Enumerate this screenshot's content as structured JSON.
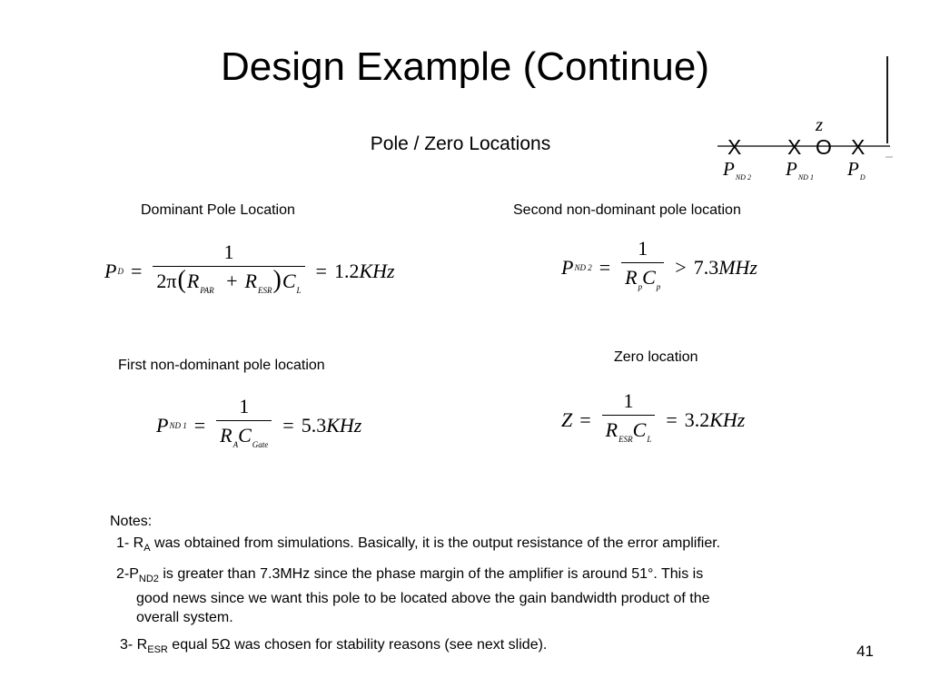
{
  "title": "Design Example (Continue)",
  "subtitle": "Pole / Zero Locations",
  "diagram": {
    "zero_label": "z",
    "markers": [
      "X",
      "X",
      "O",
      "X"
    ],
    "pole_labels": [
      {
        "main": "P",
        "sub": "ND 2"
      },
      {
        "main": "P",
        "sub": "ND 1"
      },
      {
        "main": "P",
        "sub": "D"
      }
    ]
  },
  "sections": {
    "dominant_label": "Dominant Pole Location",
    "second_label": "Second non-dominant pole location",
    "first_label": "First non-dominant pole location",
    "zero_label": "Zero location"
  },
  "equations": {
    "pd": {
      "lhs": "P",
      "lhs_sub": "D",
      "eq": "=",
      "num": "1",
      "den_coef": "2π",
      "lparen": "(",
      "r1": "R",
      "r1_sub": "PAR",
      "plus": "+",
      "r2": "R",
      "r2_sub": "ESR",
      "rparen": ")",
      "c": "C",
      "c_sub": "L",
      "eq2": "=",
      "value": "1.2",
      "unit": "KHz"
    },
    "pnd2": {
      "lhs": "P",
      "lhs_sub": "ND 2",
      "eq": "=",
      "num": "1",
      "r": "R",
      "r_sub": "p",
      "c": "C",
      "c_sub": "p",
      "rel": ">",
      "value": "7.3",
      "unit": "MHz"
    },
    "pnd1": {
      "lhs": "P",
      "lhs_sub": "ND 1",
      "eq": "=",
      "num": "1",
      "r": "R",
      "r_sub": "A",
      "c": "C",
      "c_sub": "Gate",
      "eq2": "=",
      "value": "5.3",
      "unit": "KHz"
    },
    "zero": {
      "lhs": "Z",
      "eq": "=",
      "num": "1",
      "r": "R",
      "r_sub": "ESR",
      "c": "C",
      "c_sub": "L",
      "eq2": "=",
      "value": "3.2",
      "unit": "KHz"
    }
  },
  "notes": {
    "heading": "Notes:",
    "n1": {
      "pre": "1- R",
      "sub": "A",
      "post": " was obtained from simulations. Basically, it is the output resistance of the error amplifier."
    },
    "n2": {
      "pre": "2-P",
      "sub": "ND2",
      "post": " is greater than 7.3MHz since the phase margin of the amplifier is around 51°. This is",
      "line2": "good news since we want this pole to be located above the gain bandwidth product of the",
      "line3": "overall system."
    },
    "n3": {
      "pre": "3- R",
      "sub": "ESR",
      "post": " equal  5Ω was chosen for stability reasons (see next slide)."
    }
  },
  "page_number": "41"
}
